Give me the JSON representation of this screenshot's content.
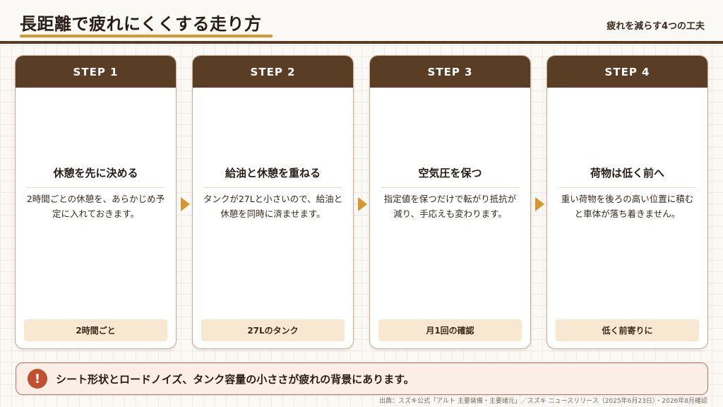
{
  "header": {
    "title": "長距離で疲れにくくする走り方",
    "subtitle": "疲れを減らす4つの工夫"
  },
  "steps": [
    {
      "label": "STEP 1",
      "title": "休憩を先に決める",
      "body": "2時間ごとの休憩を、あらかじめ予定に入れておきます。",
      "tag": "2時間ごと"
    },
    {
      "label": "STEP 2",
      "title": "給油と休憩を重ねる",
      "body": "タンクが27Lと小さいので、給油と休憩を同時に済ませます。",
      "tag": "27Lのタンク"
    },
    {
      "label": "STEP 3",
      "title": "空気圧を保つ",
      "body": "指定値を保つだけで転がり抵抗が減り、手応えも変わります。",
      "tag": "月1回の確認"
    },
    {
      "label": "STEP 4",
      "title": "荷物は低く前へ",
      "body": "重い荷物を後ろの高い位置に積むと車体が落ち着きません。",
      "tag": "低く前寄りに"
    }
  ],
  "alert": {
    "icon": "exclamation-icon",
    "text": "シート形状とロードノイズ、タンク容量の小ささが疲れの背景にあります。"
  },
  "footer": {
    "source": "出典：スズキ公式「アルト 主要装備・主要諸元」／スズキ ニュースリリース（2025年6月23日）・2026年8月確認"
  },
  "colors": {
    "header_brown": "#5a3d25",
    "accent_orange": "#d8962c",
    "tag_bg": "#f8e8d2",
    "alert_red": "#c0502f"
  }
}
